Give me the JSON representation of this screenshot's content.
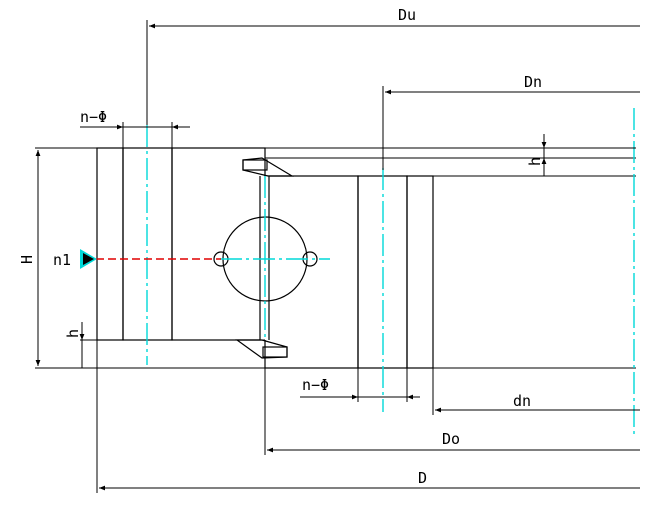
{
  "labels": {
    "du": "Du",
    "dn": "Dn",
    "n_phi_top": "n−Φ",
    "h_right": "h",
    "h_left": "h",
    "H": "H",
    "n1": "n1",
    "n_phi_bottom": "n−Φ",
    "dn_lower": "dn",
    "do": "Do",
    "D": "D"
  },
  "colors": {
    "fill": "#66e01e",
    "center_line": "#00d8d8",
    "marker": "#00d8d8",
    "red_line": "#e00000",
    "line": "#000000"
  }
}
